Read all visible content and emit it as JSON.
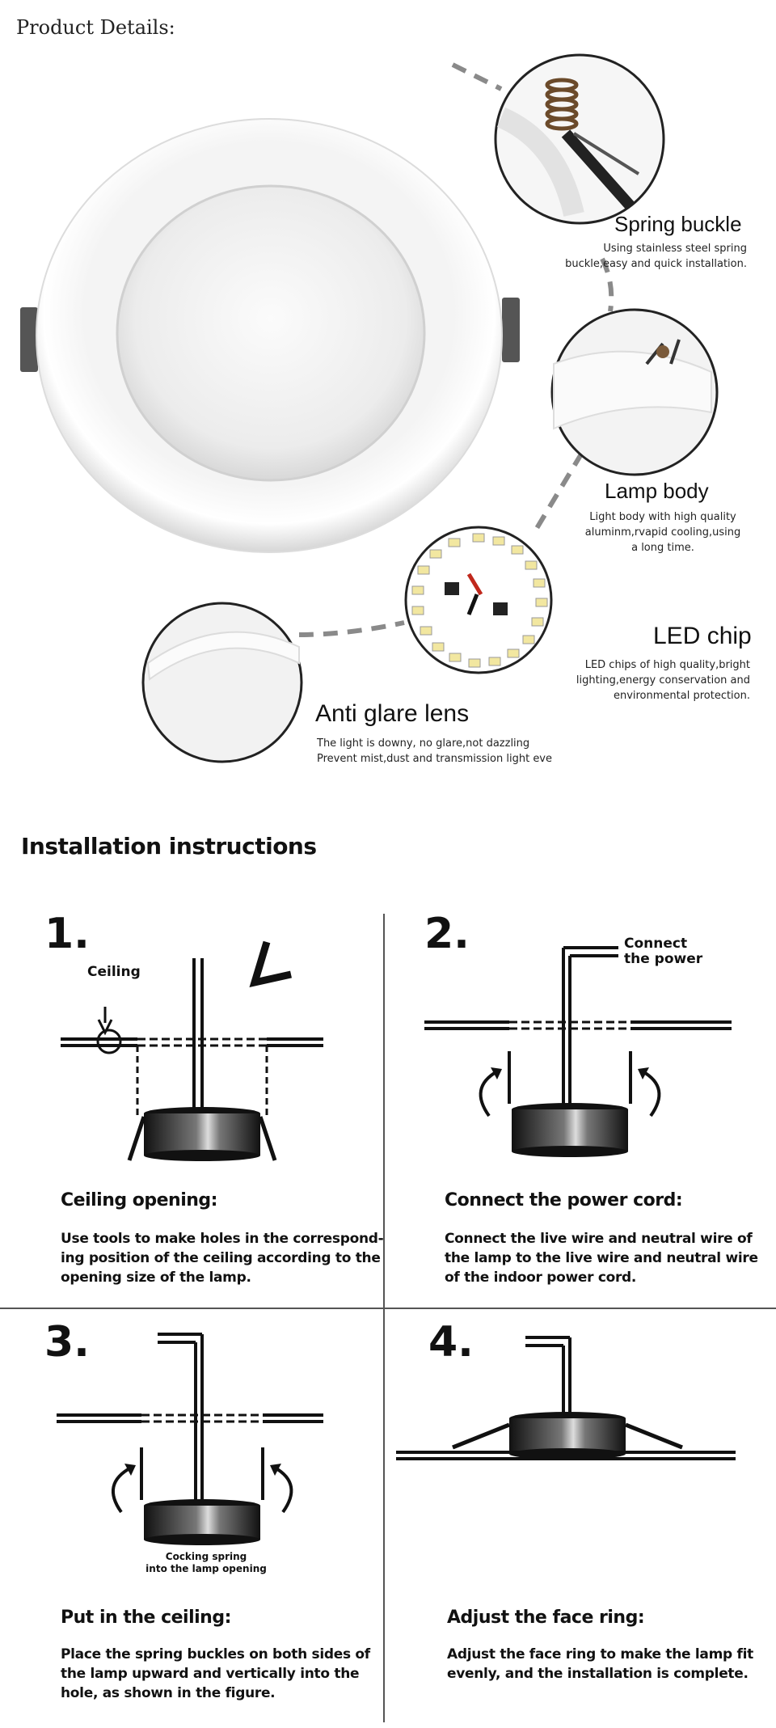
{
  "header": {
    "title": "Product Details:"
  },
  "features": {
    "spring": {
      "title": "Spring buckle",
      "desc": [
        "Using stainless steel spring",
        "buckle,easy and quick installation."
      ]
    },
    "body": {
      "title": "Lamp body",
      "desc": [
        "Light body with high quality",
        "aluminm,rvapid cooling,using",
        "a long time."
      ]
    },
    "chip": {
      "title": "LED chip",
      "desc": [
        "LED chips of high quality,bright",
        "lighting,energy conservation and",
        "environmental protection."
      ]
    },
    "lens": {
      "title": "Anti glare lens",
      "desc": [
        "The light is downy, no glare,not dazzling",
        "Prevent mist,dust and transmission light eve"
      ]
    }
  },
  "install": {
    "title": "Installation instructions",
    "steps": [
      {
        "num": "1.",
        "heading": "Ceiling opening:",
        "desc": [
          "Use tools to make holes in the correspond-",
          "ing position of the ceiling according to the",
          "opening size of the lamp."
        ],
        "label": "Ceiling"
      },
      {
        "num": "2.",
        "heading": "Connect the power cord:",
        "desc": [
          "Connect the live wire and neutral wire of",
          "the lamp to the live wire and neutral wire",
          "of the indoor power cord."
        ],
        "label": [
          "Connect",
          "the power"
        ]
      },
      {
        "num": "3.",
        "heading": "Put in the ceiling:",
        "desc": [
          "Place the spring buckles on both sides of",
          "the lamp upward and vertically into the",
          "hole, as shown in the figure."
        ],
        "label": [
          "Cocking spring",
          "into the lamp opening"
        ]
      },
      {
        "num": "4.",
        "heading": "Adjust the face ring:",
        "desc": [
          "Adjust the face ring to make the lamp fit",
          "evenly, and the installation is complete."
        ]
      }
    ]
  },
  "colors": {
    "dash": "#8a8a8a",
    "ink": "#111111",
    "led": "#f2e7a0"
  }
}
